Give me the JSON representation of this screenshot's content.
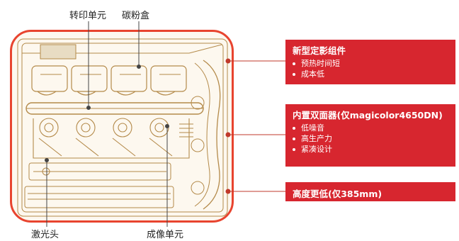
{
  "labels": {
    "top": [
      "转印单元",
      "碳粉盒"
    ],
    "bottom": [
      "激光头",
      "成像单元"
    ]
  },
  "callouts": [
    {
      "title": "新型定影组件",
      "bullets": [
        "预热时间短",
        "成本低"
      ]
    },
    {
      "title": "内置双面器(仅magicolor4650DN)",
      "bullets": [
        "低噪音",
        "高生产力",
        "紧凑设计"
      ]
    },
    {
      "title": "高度更低(仅385mm)",
      "bullets": []
    }
  ],
  "colors": {
    "accent": "#d7262f",
    "frame": "#e8442f",
    "drawing": "#b48a4a"
  }
}
